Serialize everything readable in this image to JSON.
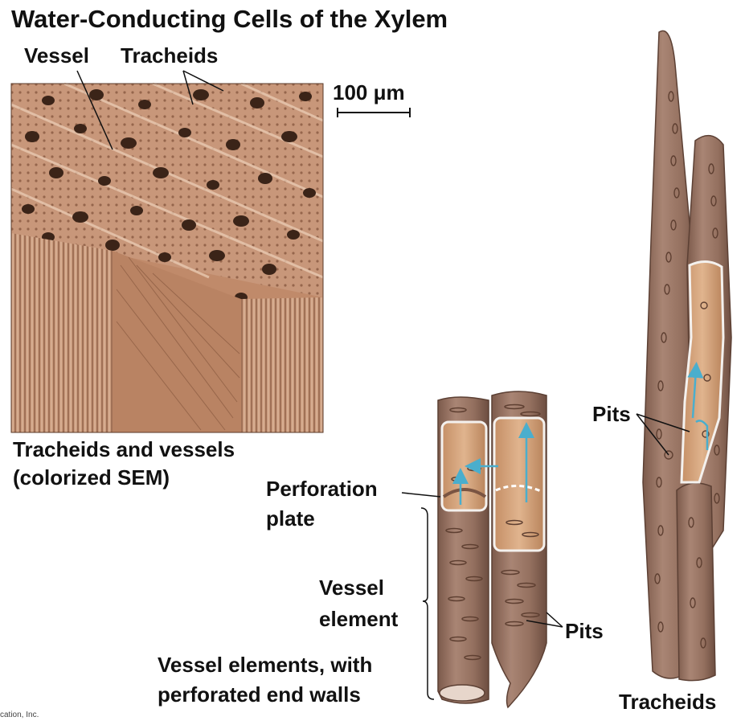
{
  "title": "Water-Conducting Cells of the Xylem",
  "sem": {
    "vessel_label": "Vessel",
    "tracheids_label": "Tracheids",
    "scale_label": "100 μm",
    "caption_line1": "Tracheids and vessels",
    "caption_line2": "(colorized SEM)"
  },
  "vessel_diagram": {
    "perforation_line1": "Perforation",
    "perforation_line2": "plate",
    "element_line1": "Vessel",
    "element_line2": "element",
    "pits_label": "Pits",
    "caption_line1": "Vessel elements, with",
    "caption_line2": "perforated end walls"
  },
  "tracheid_diagram": {
    "pits_label": "Pits",
    "caption": "Tracheids"
  },
  "footer": "cation, Inc.",
  "colors": {
    "sem_base": "#c08a6a",
    "cell_wall": "#9a7563",
    "lumen": "#d4a47c",
    "water_arrow": "#4aaecd"
  }
}
